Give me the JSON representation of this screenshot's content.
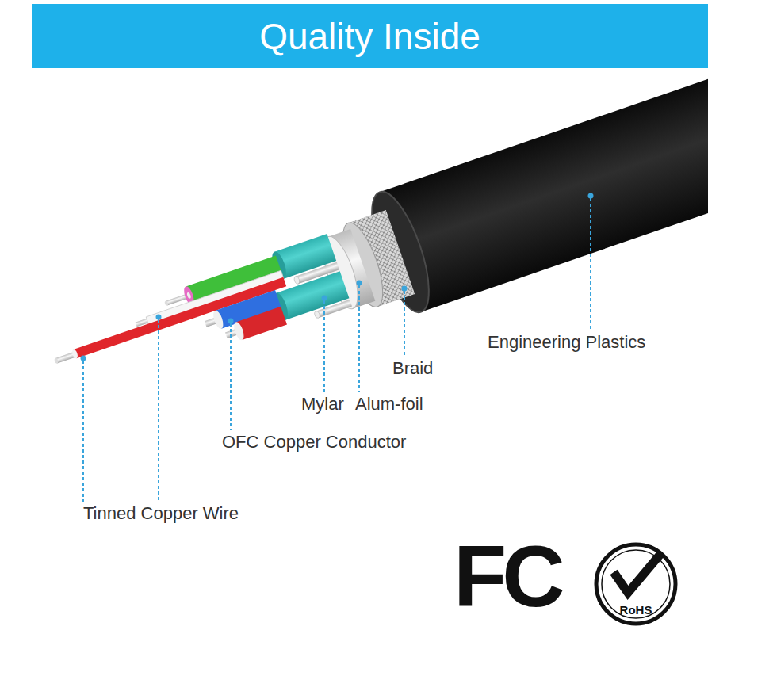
{
  "diagram": {
    "title": "Quality Inside",
    "labels": [
      "Engineering Plastics",
      "Braid",
      "Mylar",
      "Alum-foil",
      "OFC Copper Conductor",
      "Tinned Copper Wire",
      "FC",
      "RoHS"
    ]
  }
}
